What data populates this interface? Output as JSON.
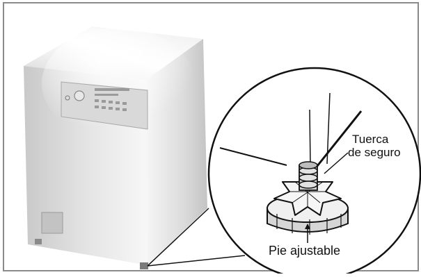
{
  "labels": {
    "lock_nut_line1": "Tuerca",
    "lock_nut_line2": "de seguro",
    "adjustable_foot": "Pie ajustable"
  },
  "colors": {
    "frame": "#8a8a8a",
    "outline": "#111111",
    "washer_light": "#f2f2f2",
    "washer_shade": "#bdbdbd",
    "foot_fill": "#e6e6e6",
    "nut_fill": "#cfcfcf"
  }
}
